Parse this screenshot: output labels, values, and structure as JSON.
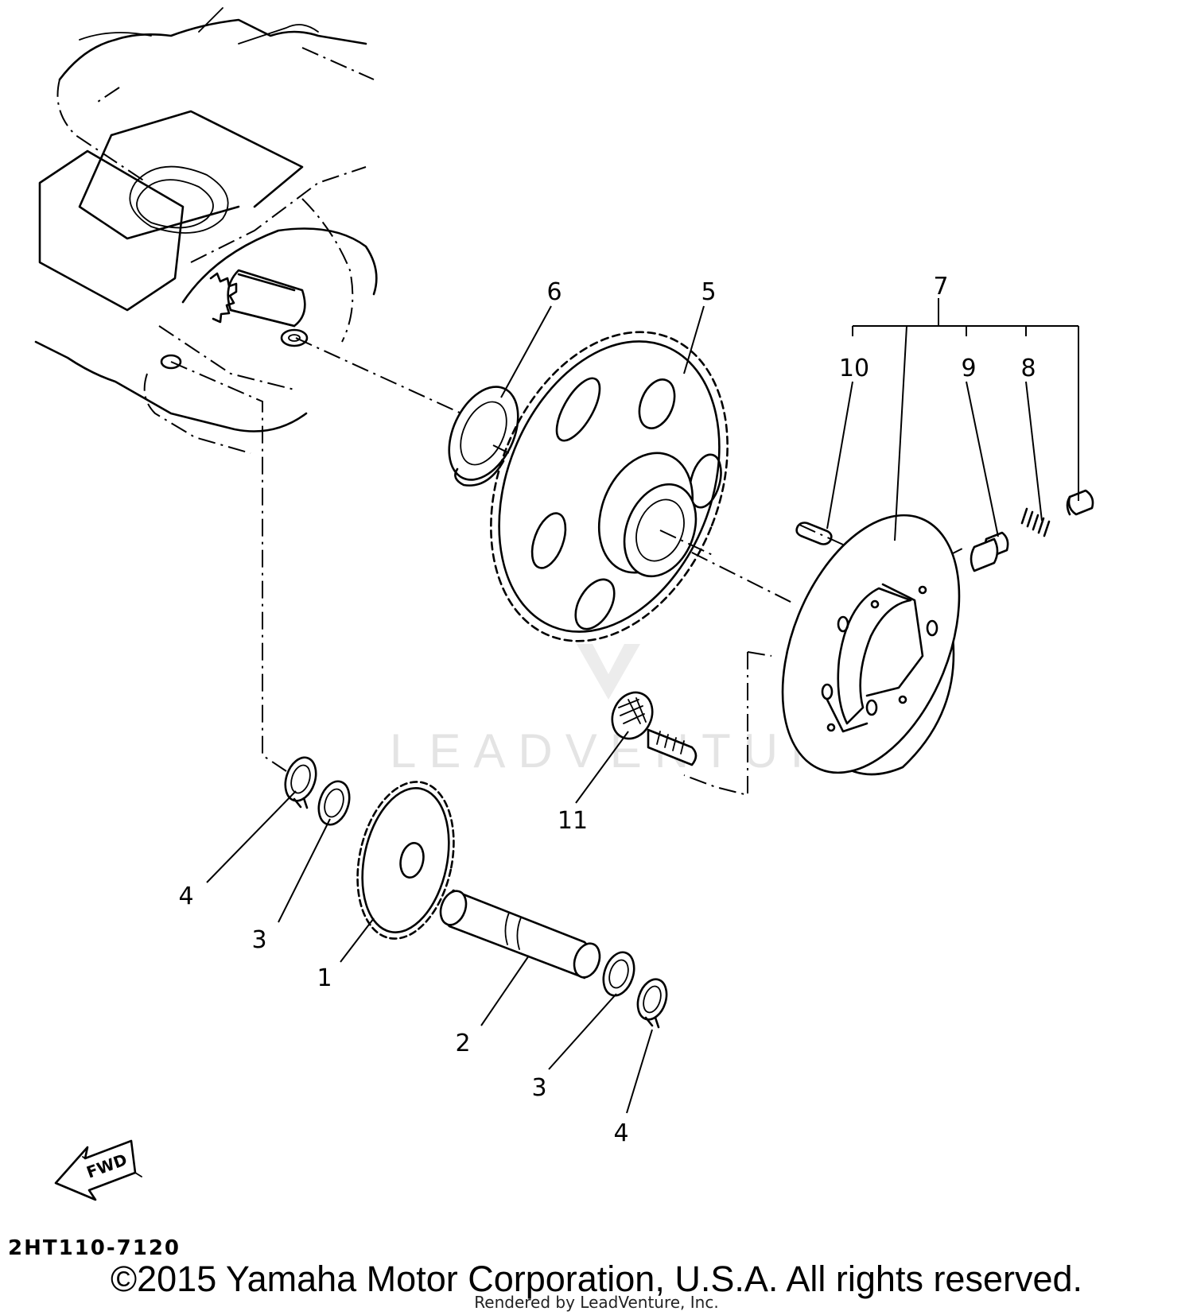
{
  "watermark": {
    "text": "LEADVENTURE"
  },
  "fwd_label": "FWD",
  "callouts": [
    {
      "id": "c6",
      "label": "6",
      "part": "washer"
    },
    {
      "id": "c5",
      "label": "5",
      "part": "starter wheel gear"
    },
    {
      "id": "c7",
      "label": "7",
      "part": "starter clutch assembly"
    },
    {
      "id": "c10",
      "label": "10",
      "part": "pin"
    },
    {
      "id": "c9",
      "label": "9",
      "part": "roller"
    },
    {
      "id": "c8",
      "label": "8",
      "part": "spring"
    },
    {
      "id": "c11",
      "label": "11",
      "part": "bolt"
    },
    {
      "id": "c4a",
      "label": "4",
      "part": "circlip"
    },
    {
      "id": "c3a",
      "label": "3",
      "part": "washer"
    },
    {
      "id": "c1",
      "label": "1",
      "part": "idler gear"
    },
    {
      "id": "c2",
      "label": "2",
      "part": "shaft"
    },
    {
      "id": "c3b",
      "label": "3",
      "part": "washer"
    },
    {
      "id": "c4b",
      "label": "4",
      "part": "circlip"
    }
  ],
  "diagram_ref": "2HT110-7120",
  "copyright": "©2015 Yamaha Motor Corporation, U.S.A. All rights reserved.",
  "rendered_by": "Rendered by LeadVenture, Inc."
}
